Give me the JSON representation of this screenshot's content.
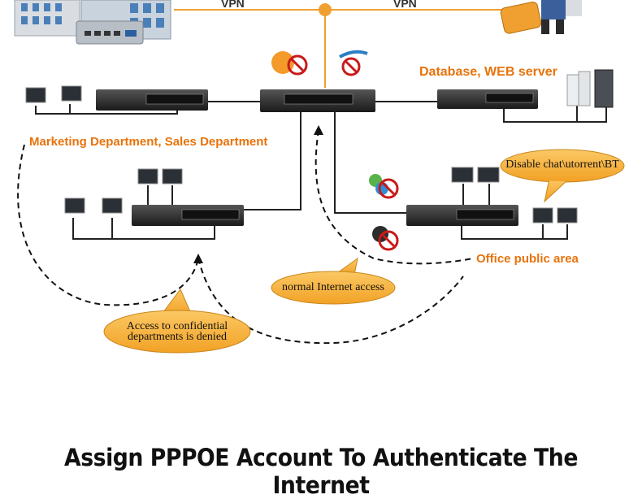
{
  "vpn": {
    "left": "VPN",
    "right": "VPN"
  },
  "labels": {
    "database": "Database, WEB server",
    "marketing": "Marketing Department, Sales Department",
    "office": "Office public area"
  },
  "bubbles": {
    "disable": "Disable chat\\utorrent\\BT",
    "normal": "normal Internet access",
    "denied_line1": "Access to confidential",
    "denied_line2": "departments is denied"
  },
  "caption": "Assign PPPOE Account To Authenticate The Internet",
  "colors": {
    "accent": "#e8730c",
    "bubble": "#f7b23b",
    "line": "#222222",
    "vpn_line": "#f0a030"
  }
}
